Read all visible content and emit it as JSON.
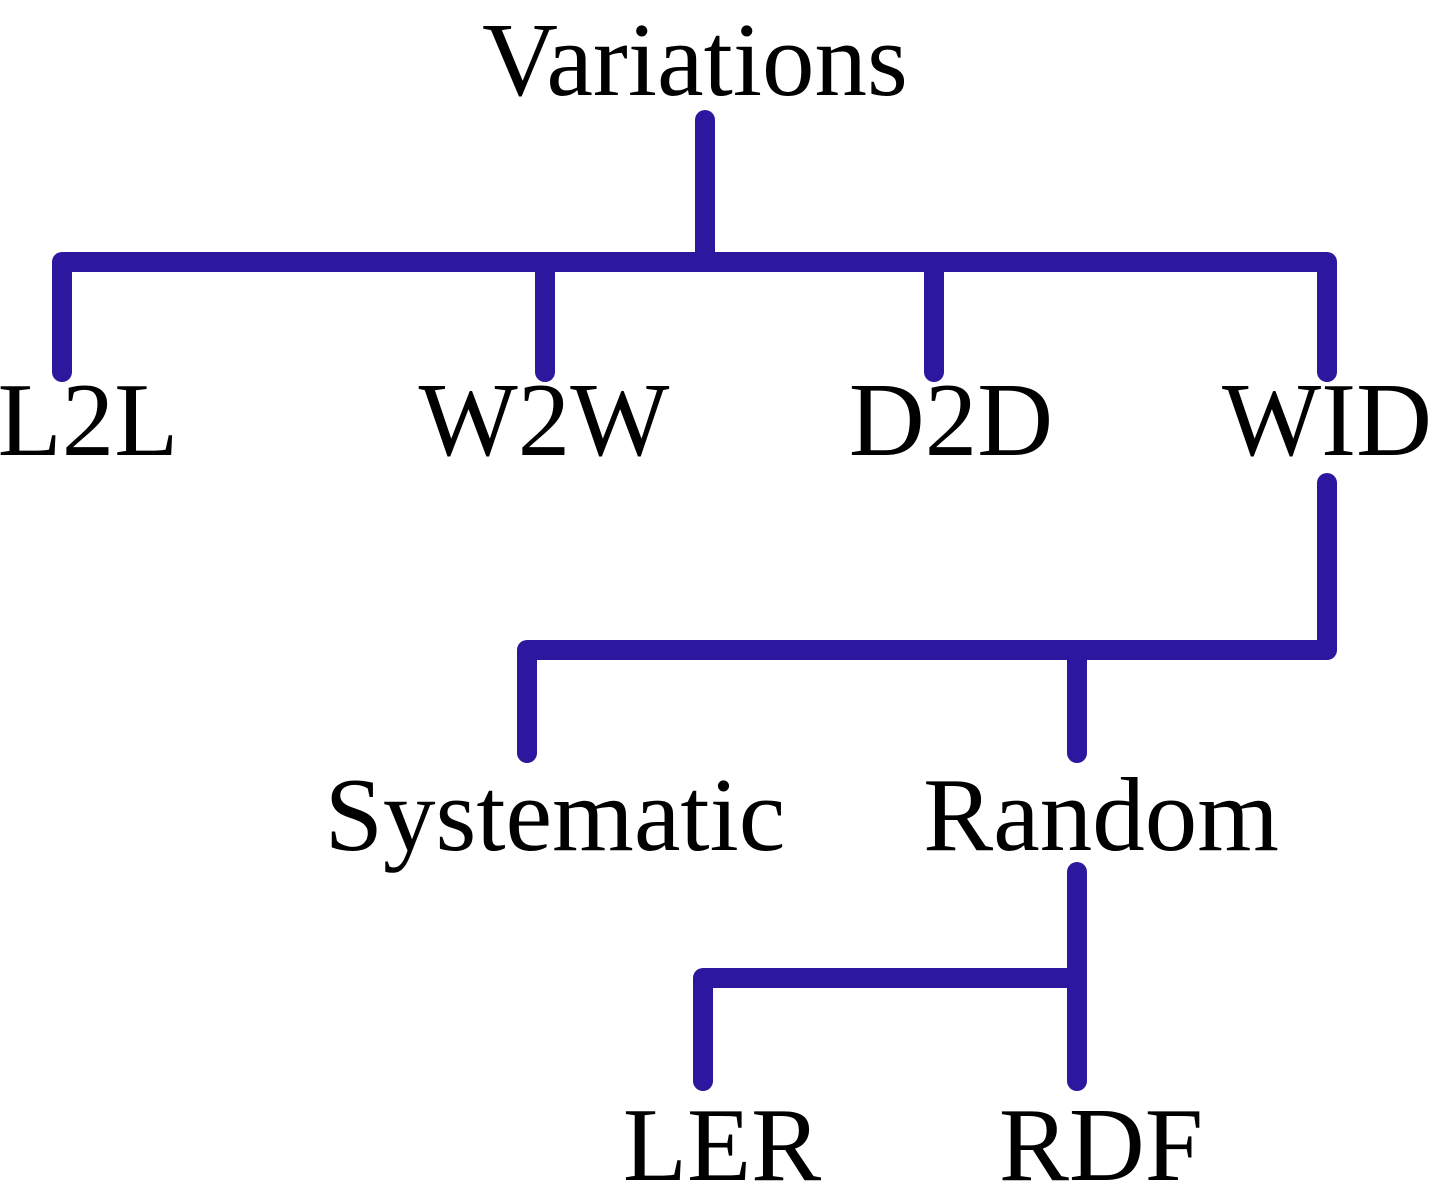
{
  "colors": {
    "line": "#2B189E",
    "text": "#000000",
    "background": "#FFFFFF"
  },
  "nodes": {
    "root": {
      "label": "Variations"
    },
    "l2l": {
      "label": "L2L"
    },
    "w2w": {
      "label": "W2W"
    },
    "d2d": {
      "label": "D2D"
    },
    "wid": {
      "label": "WID"
    },
    "systematic": {
      "label": "Systematic"
    },
    "random": {
      "label": "Random"
    },
    "ler": {
      "label": "LER"
    },
    "rdf": {
      "label": "RDF"
    }
  },
  "tree": {
    "label": "Variations",
    "children": [
      {
        "label": "L2L"
      },
      {
        "label": "W2W"
      },
      {
        "label": "D2D"
      },
      {
        "label": "WID",
        "children": [
          {
            "label": "Systematic"
          },
          {
            "label": "Random",
            "children": [
              {
                "label": "LER"
              },
              {
                "label": "RDF"
              }
            ]
          }
        ]
      }
    ]
  }
}
